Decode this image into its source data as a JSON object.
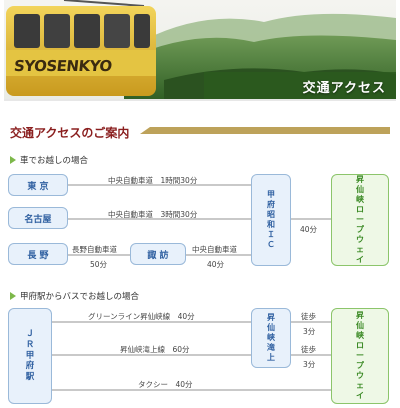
{
  "banner": {
    "logo_text": "SYOSENKYO",
    "title": "交通アクセス"
  },
  "heading": "交通アクセスのご案内",
  "car": {
    "section_title": "車でお越しの場合",
    "tokyo": "東 京",
    "nagoya": "名古屋",
    "nagano": "長 野",
    "suwa": "諏 訪",
    "route_tokyo": "中央自動車道　1時間30分",
    "route_nagoya": "中央自動車道　3時間30分",
    "route_nagano_hwy": "長野自動車道",
    "route_nagano_time": "50分",
    "route_suwa_hwy": "中央自動車道",
    "route_suwa_time": "40分",
    "ic_chars": [
      "甲",
      "府",
      "昭",
      "和",
      "Ｉ",
      "Ｃ"
    ],
    "ic_time": "40分",
    "ropeway_chars": [
      "昇",
      "仙",
      "峡",
      "ロ",
      "ー",
      "プ",
      "ウ",
      "ェ",
      "イ"
    ]
  },
  "bus": {
    "section_title": "甲府駅からバスでお越しの場合",
    "station_chars": [
      "Ｊ",
      "Ｒ",
      "甲",
      "府",
      "駅"
    ],
    "route_green": "グリーンライン昇仙峡線　40分",
    "route_shosenkyo": "昇仙峡滝上線　60分",
    "route_taxi": "タクシー　40分",
    "stop_chars": [
      "昇",
      "仙",
      "峡",
      "滝",
      "上"
    ],
    "walk1_label": "徒歩",
    "walk1_time": "3分",
    "walk2_label": "徒歩",
    "walk2_time": "3分",
    "ropeway_chars": [
      "昇",
      "仙",
      "峡",
      "ロ",
      "ー",
      "プ",
      "ウ",
      "ェ",
      "イ"
    ]
  },
  "colors": {
    "heading": "#8a1e1e",
    "rule": "#bda25a",
    "box_border": "#9ab9d9",
    "green_border": "#8cc56b"
  }
}
